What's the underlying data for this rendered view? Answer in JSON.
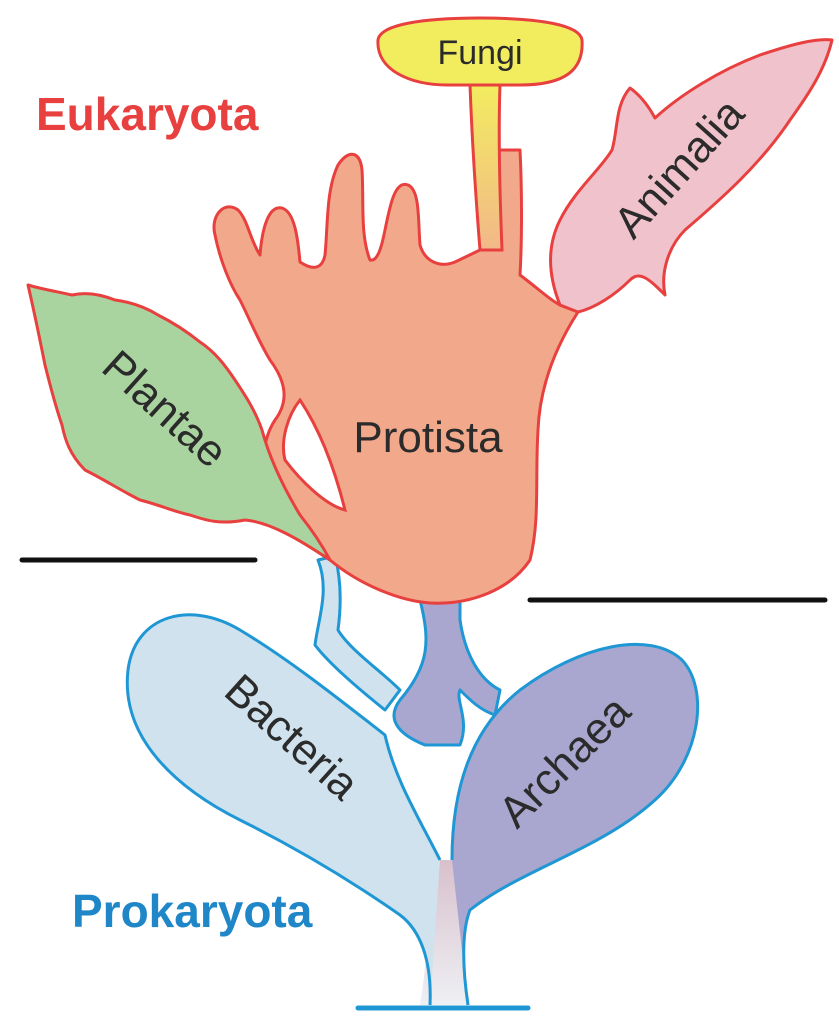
{
  "domains": {
    "eukaryota": {
      "label": "Eukaryota",
      "color": "#e8403f"
    },
    "prokaryota": {
      "label": "Prokaryota",
      "color": "#1f86c8"
    }
  },
  "kingdoms": {
    "fungi": {
      "label": "Fungi",
      "fill": "#f2ec5f",
      "stroke": "#e8403f"
    },
    "animalia": {
      "label": "Animalia",
      "fill": "#f0c3cc",
      "stroke": "#e8403f"
    },
    "plantae": {
      "label": "Plantae",
      "fill": "#a9d4a0",
      "stroke": "#e8403f"
    },
    "protista": {
      "label": "Protista",
      "fill": "#f2a98b",
      "stroke": "#e8403f"
    },
    "bacteria": {
      "label": "Bacteria",
      "fill": "#cfe2ee",
      "stroke": "#1f97d4"
    },
    "archaea": {
      "label": "Archaea",
      "fill": "#a9a6cf",
      "stroke": "#1f97d4"
    }
  },
  "divider_color": "#111111"
}
